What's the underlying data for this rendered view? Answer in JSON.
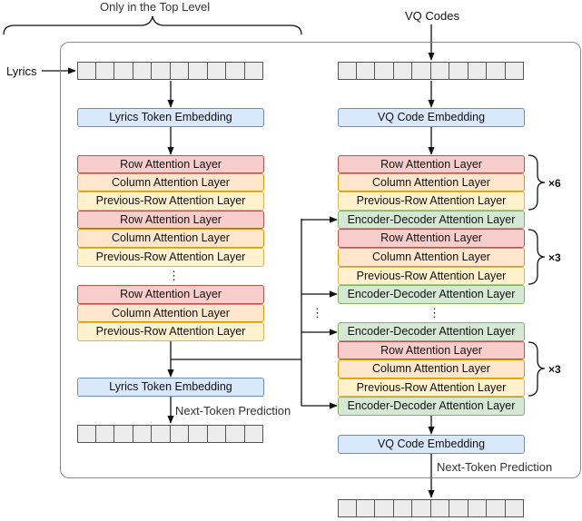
{
  "top_level_note": "Only in the Top Level",
  "inputs": {
    "lyrics": "Lyrics",
    "vq_codes": "VQ Codes"
  },
  "left_column": {
    "embedding_in": "Lyrics Token Embedding",
    "layers": [
      "Row Attention Layer",
      "Column Attention Layer",
      "Previous-Row Attention Layer",
      "Row Attention Layer",
      "Column Attention Layer",
      "Previous-Row Attention Layer",
      "Row Attention Layer",
      "Column Attention Layer",
      "Previous-Row Attention Layer"
    ],
    "ellipsis": "⋮",
    "embedding_out": "Lyrics Token Embedding",
    "prediction_label": "Next-Token Prediction"
  },
  "right_column": {
    "embedding_in": "VQ Code Embedding",
    "layers": [
      "Row Attention Layer",
      "Column Attention Layer",
      "Previous-Row Attention Layer",
      "Encoder-Decoder Attention Layer",
      "Row Attention Layer",
      "Column Attention Layer",
      "Previous-Row Attention Layer",
      "Encoder-Decoder Attention Layer",
      "Encoder-Decoder Attention Layer",
      "Row Attention Layer",
      "Column Attention Layer",
      "Previous-Row Attention Layer",
      "Encoder-Decoder Attention Layer"
    ],
    "ellipsis": "⋮",
    "embedding_out": "VQ Code Embedding",
    "prediction_label": "Next-Token Prediction",
    "multipliers": [
      "×6",
      "×3",
      "×3"
    ]
  },
  "side_ellipsis": "⋮",
  "colors": {
    "embedding": "#dae8fc",
    "row_attention": "#f8cecc",
    "column_attention": "#ffe6cc",
    "previous_row_attention": "#fff2cc",
    "encoder_decoder_attention": "#d5e8d4"
  }
}
